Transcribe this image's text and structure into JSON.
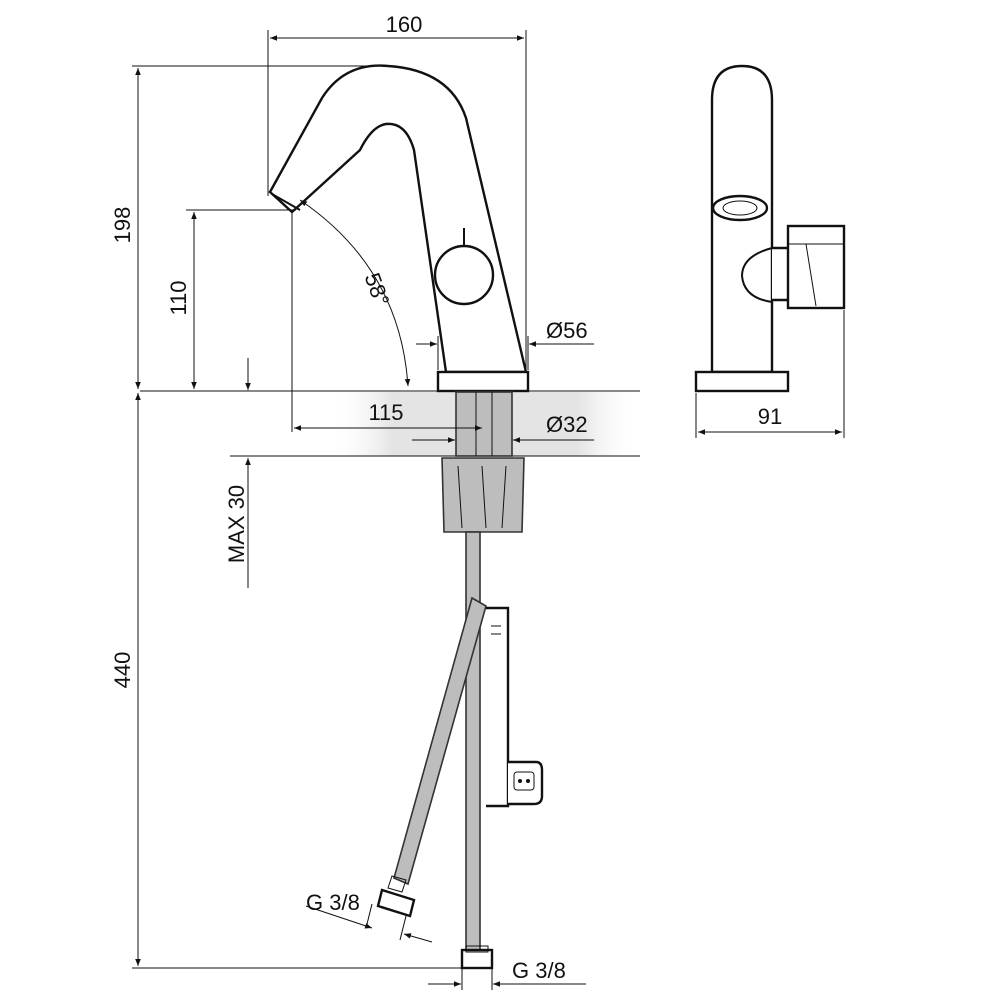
{
  "dimensions": {
    "total_width": "160",
    "total_height": "198",
    "spout_height": "110",
    "spout_angle": "58°",
    "spout_reach": "115",
    "base_diameter": "Ø56",
    "shank_diameter": "Ø32",
    "max_deck": "MAX 30",
    "hose_length": "440",
    "hose_thread_left": "G 3/8",
    "hose_thread_right": "G 3/8",
    "side_depth": "91"
  }
}
